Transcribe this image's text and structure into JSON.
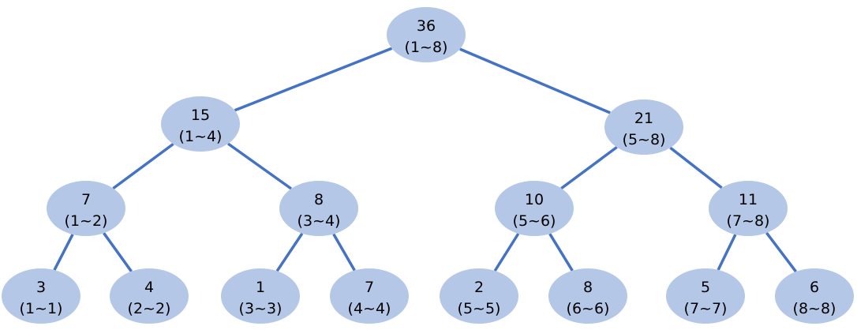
{
  "tree": {
    "nodes": [
      {
        "id": "n1",
        "sum": "36",
        "range": "(1~8)"
      },
      {
        "id": "n2",
        "sum": "15",
        "range": "(1~4)"
      },
      {
        "id": "n3",
        "sum": "21",
        "range": "(5~8)"
      },
      {
        "id": "n4",
        "sum": "7",
        "range": "(1~2)"
      },
      {
        "id": "n5",
        "sum": "8",
        "range": "(3~4)"
      },
      {
        "id": "n6",
        "sum": "10",
        "range": "(5~6)"
      },
      {
        "id": "n7",
        "sum": "11",
        "range": "(7~8)"
      },
      {
        "id": "n8",
        "sum": "3",
        "range": "(1~1)"
      },
      {
        "id": "n9",
        "sum": "4",
        "range": "(2~2)"
      },
      {
        "id": "n10",
        "sum": "1",
        "range": "(3~3)"
      },
      {
        "id": "n11",
        "sum": "7",
        "range": "(4~4)"
      },
      {
        "id": "n12",
        "sum": "2",
        "range": "(5~5)"
      },
      {
        "id": "n13",
        "sum": "8",
        "range": "(6~6)"
      },
      {
        "id": "n14",
        "sum": "5",
        "range": "(7~7)"
      },
      {
        "id": "n15",
        "sum": "6",
        "range": "(8~8)"
      }
    ],
    "edges": [
      [
        "n1",
        "n2"
      ],
      [
        "n1",
        "n3"
      ],
      [
        "n2",
        "n4"
      ],
      [
        "n2",
        "n5"
      ],
      [
        "n3",
        "n6"
      ],
      [
        "n3",
        "n7"
      ],
      [
        "n4",
        "n8"
      ],
      [
        "n4",
        "n9"
      ],
      [
        "n5",
        "n10"
      ],
      [
        "n5",
        "n11"
      ],
      [
        "n6",
        "n12"
      ],
      [
        "n6",
        "n13"
      ],
      [
        "n7",
        "n14"
      ],
      [
        "n7",
        "n15"
      ]
    ],
    "colors": {
      "node_fill": "#b4c7e7",
      "edge": "#4472c4",
      "text": "#000000"
    }
  }
}
